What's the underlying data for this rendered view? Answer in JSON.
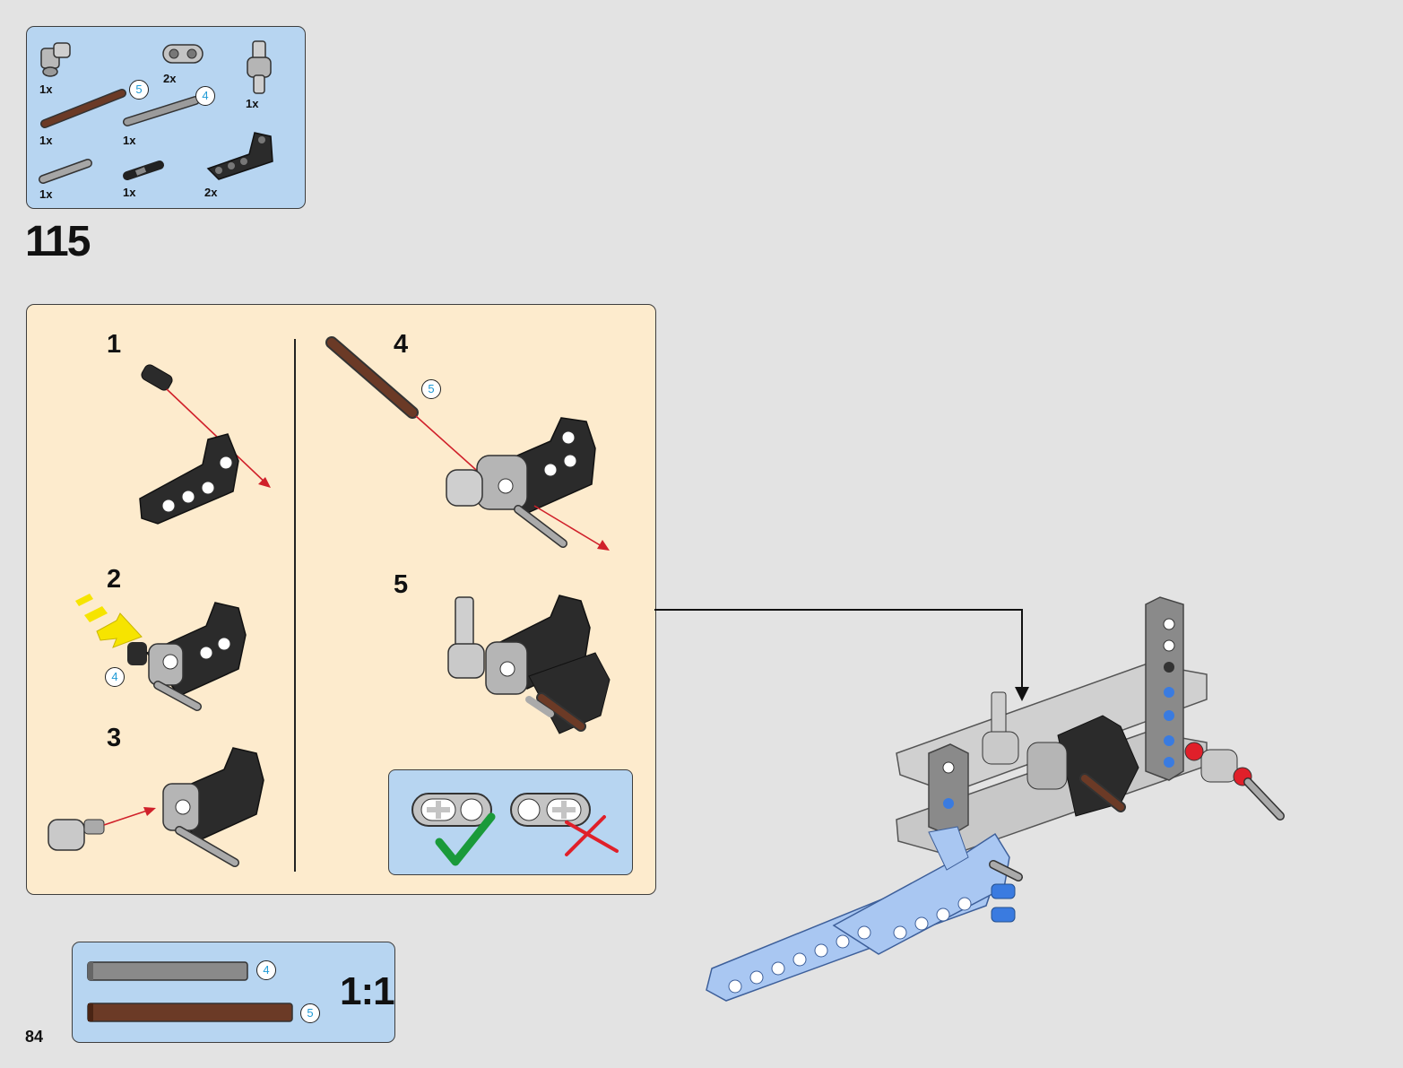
{
  "parts_callout": {
    "items": [
      {
        "icon": "gray-angle-connector-icon",
        "quantity": "1x"
      },
      {
        "icon": "gray-double-pin-connector-icon",
        "quantity": "2x"
      },
      {
        "icon": "gray-axle-connector-icon",
        "quantity": "1x"
      },
      {
        "icon": "brown-axle-icon",
        "quantity": "1x",
        "length": "5"
      },
      {
        "icon": "gray-axle-icon",
        "quantity": "1x",
        "length": "4"
      },
      {
        "icon": "gray-axle-pin-icon",
        "quantity": "1x"
      },
      {
        "icon": "black-friction-pin-icon",
        "quantity": "1x"
      },
      {
        "icon": "black-angled-beam-icon",
        "quantity": "2x"
      }
    ]
  },
  "step_number": "115",
  "substeps": [
    {
      "number": "1"
    },
    {
      "number": "2",
      "part_length": "4"
    },
    {
      "number": "3"
    },
    {
      "number": "4",
      "part_length": "5"
    },
    {
      "number": "5"
    }
  ],
  "tip": {
    "correct_icon": "green-checkmark-icon",
    "wrong_icon": "red-cross-icon"
  },
  "scale_reference": {
    "label": "1:1",
    "axles": [
      {
        "length": "4",
        "color": "#8a8a8a"
      },
      {
        "length": "5",
        "color": "#6b3a26"
      }
    ]
  },
  "page_number": "84",
  "colors": {
    "callout_blue": "#b7d5f1",
    "substep_cream": "#fdebcd",
    "page_gray": "#e3e3e3",
    "number_circle_text": "#1f9ad6",
    "arrow_red": "#d0202a",
    "arrow_yellow": "#f6e400"
  }
}
